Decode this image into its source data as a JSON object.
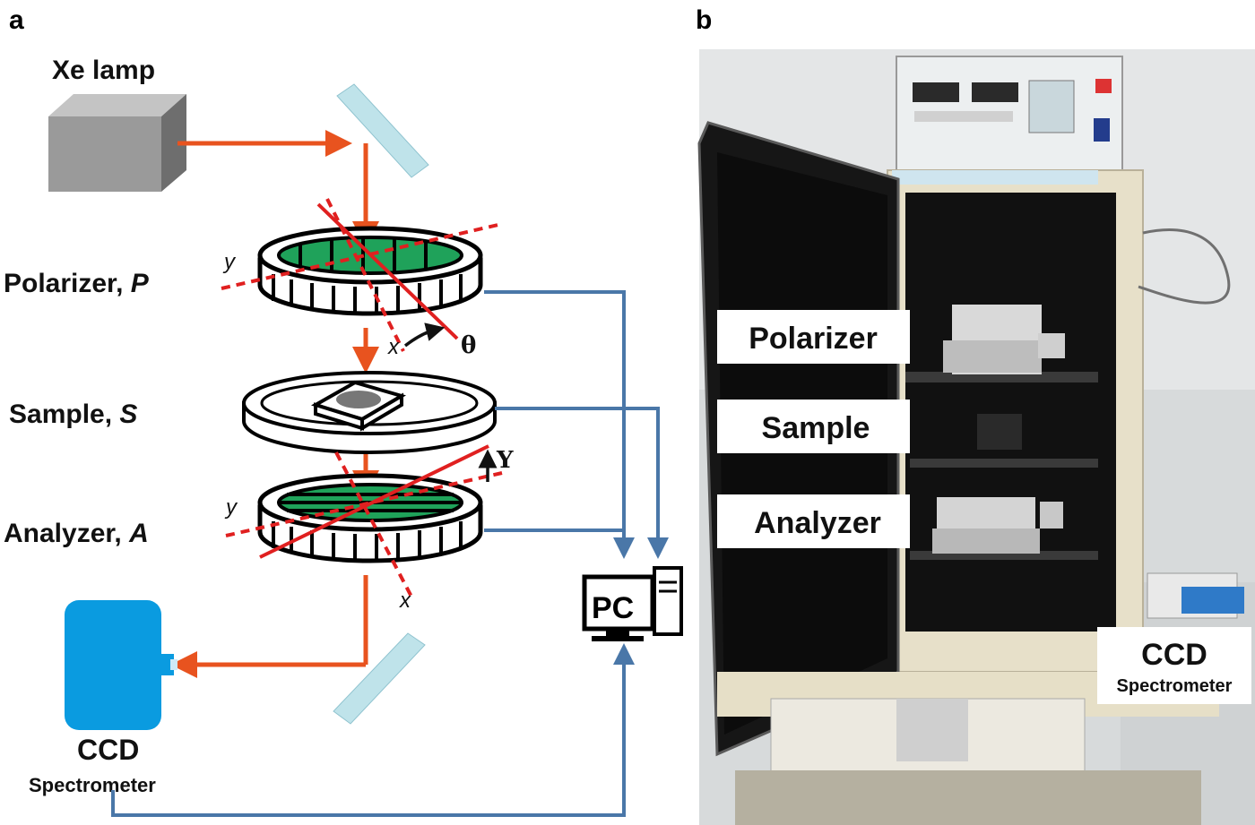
{
  "panel_a": {
    "letter": "a",
    "lamp_label": "Xe lamp",
    "polarizer_label": "Polarizer, ",
    "polarizer_symbol": "P",
    "sample_label": "Sample, ",
    "sample_symbol": "S",
    "analyzer_label": "Analyzer, ",
    "analyzer_symbol": "A",
    "axis_y_top": "y",
    "axis_x_top": "x",
    "theta": "θ",
    "psi": "Y",
    "axis_y_bottom": "y",
    "axis_x_bottom": "x",
    "ccd_label": "CCD",
    "ccd_sublabel": "Spectrometer",
    "pc_label": "PC"
  },
  "panel_b": {
    "letter": "b",
    "polarizer_label": "Polarizer",
    "sample_label": "Sample",
    "analyzer_label": "Analyzer",
    "ccd_label": "CCD",
    "ccd_sublabel": "Spectrometer"
  },
  "colors": {
    "beam": "#e8531f",
    "signal_line": "#4a77a8",
    "polarizer_axis": "#e02020",
    "filter_green": "#1fa25a",
    "ccd_blue": "#0a9be0",
    "lamp_gray": "#9a9a9a",
    "mirror": "#bfe3ea"
  }
}
